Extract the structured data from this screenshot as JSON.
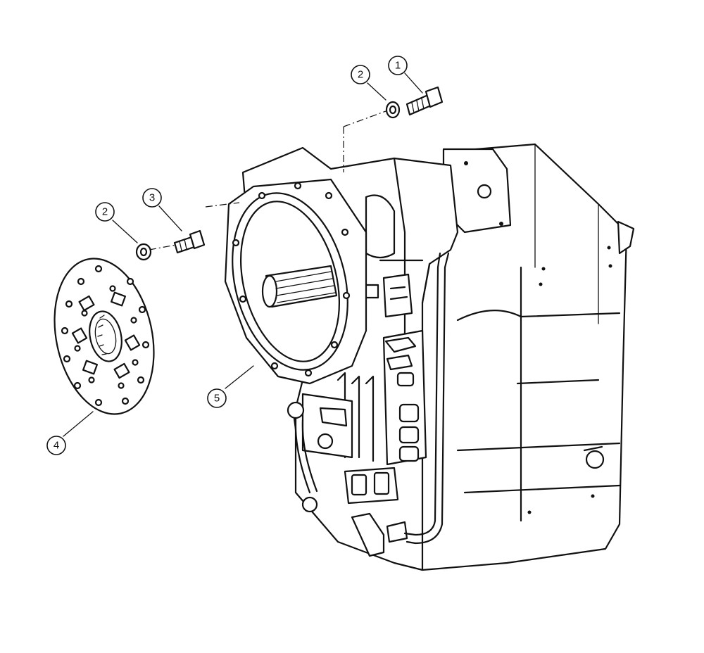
{
  "callouts": [
    {
      "id": "1",
      "label": "1"
    },
    {
      "id": "2a",
      "label": "2"
    },
    {
      "id": "2b",
      "label": "2"
    },
    {
      "id": "3",
      "label": "3"
    },
    {
      "id": "4",
      "label": "4"
    },
    {
      "id": "5",
      "label": "5"
    }
  ],
  "parts": {
    "bolt_top": "cap-screw",
    "washer": "washer",
    "bolt_small": "cap-screw",
    "flex_plate": "drive-plate",
    "housing": "transmission-housing"
  }
}
